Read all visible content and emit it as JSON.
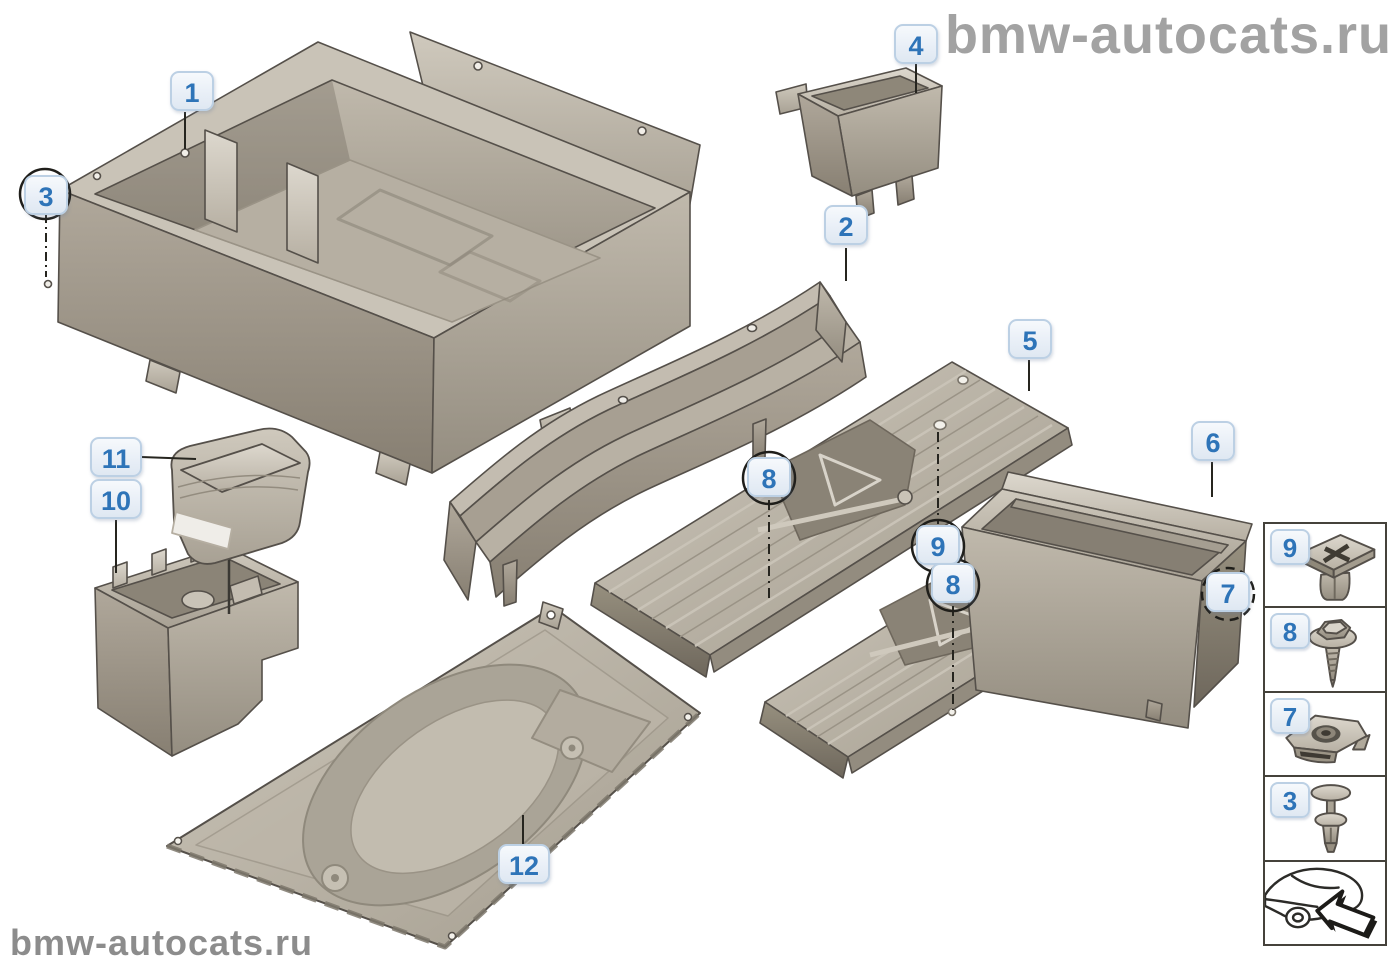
{
  "watermarks": {
    "top_right": "bmw-autocats.ru",
    "bottom_left": "bmw-autocats.ru"
  },
  "colors": {
    "accent_blue": "#2e74b8",
    "callout_bg": "#e9eff7",
    "callout_border": "#bcd0e4",
    "watermark_gray": "#9e9e9e",
    "part_light": "#d8d3c9",
    "part_mid": "#b4ada0",
    "part_dark": "#8a8376",
    "outline": "#55504a"
  },
  "callouts": [
    {
      "label": "1",
      "circled": false
    },
    {
      "label": "3",
      "circled": true
    },
    {
      "label": "4",
      "circled": false
    },
    {
      "label": "2",
      "circled": false
    },
    {
      "label": "5",
      "circled": false
    },
    {
      "label": "6",
      "circled": false
    },
    {
      "label": "11",
      "circled": false
    },
    {
      "label": "10",
      "circled": false
    },
    {
      "label": "8",
      "circled": true
    },
    {
      "label": "9",
      "circled": true
    },
    {
      "label": "8",
      "circled": true
    },
    {
      "label": "7",
      "circled": true
    },
    {
      "label": "12",
      "circled": false
    }
  ],
  "legend": {
    "items": [
      {
        "label": "9",
        "icon": "expanding-nut-icon"
      },
      {
        "label": "8",
        "icon": "hex-head-screw-icon"
      },
      {
        "label": "7",
        "icon": "clip-nut-icon"
      },
      {
        "label": "3",
        "icon": "push-rivet-icon"
      }
    ],
    "footer_icon": "car-direction-icon"
  }
}
